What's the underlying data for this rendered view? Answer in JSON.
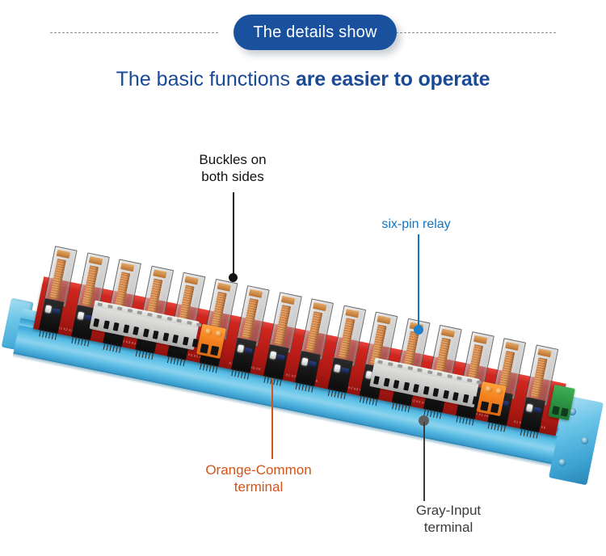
{
  "header": {
    "badge_label": "The details show",
    "subtitle_light": "The basic functions ",
    "subtitle_bold": "are easier to operate",
    "badge_color": "#19519e",
    "subtitle_color": "#1a4a96",
    "rule_color": "#8c8c8c"
  },
  "product": {
    "name": "16-channel six-pin relay module on DIN rail",
    "relay_count": 16,
    "rail_color": "#53b9e2",
    "pcb_color": "#c01f18",
    "relay_coil_color": "#c97a3d",
    "gray_terminal_color": "#cfcfcd",
    "orange_terminal_color": "#f5821f",
    "green_terminal_color": "#2c9444"
  },
  "callouts": [
    {
      "id": "buckles",
      "line1": "Buckles on",
      "line2": "both sides",
      "color": "#121212",
      "leader_color": "#121212",
      "dot_color": "#121212"
    },
    {
      "id": "six-pin-relay",
      "line1": "six-pin relay",
      "line2": "",
      "color": "#1275c4",
      "leader_color": "#1275c4",
      "dot_color": "#1275c4"
    },
    {
      "id": "orange-common-terminal",
      "line1": "Orange-Common",
      "line2": "terminal",
      "color": "#d2541b",
      "leader_color": "#d2541b",
      "dot_color": "#d2541b"
    },
    {
      "id": "gray-input-terminal",
      "line1": "Gray-Input",
      "line2": "terminal",
      "color": "#3b3b3b",
      "leader_color": "#3b3b3b",
      "dot_color": "#5a5a5a"
    }
  ]
}
